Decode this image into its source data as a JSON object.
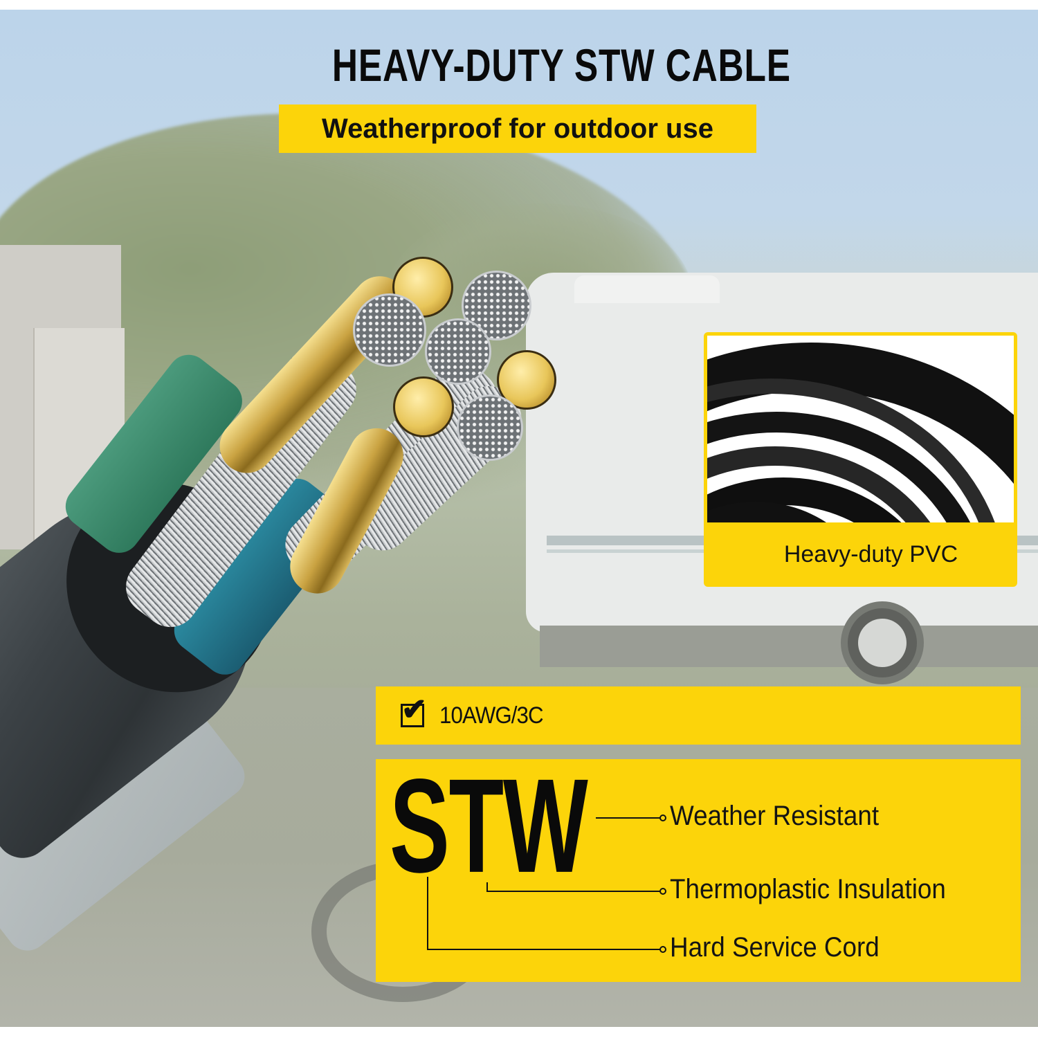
{
  "header": {
    "title": "HEAVY-DUTY STW CABLE",
    "subtitle": "Weatherproof for outdoor use"
  },
  "inset": {
    "label": "Heavy-duty PVC"
  },
  "spec": {
    "checkbox_icon": "checked-box-icon",
    "label": "10AWG/3C"
  },
  "stw": {
    "acronym": "STW",
    "features": [
      {
        "letter": "W",
        "label": "Weather Resistant"
      },
      {
        "letter": "T",
        "label": "Thermoplastic Insulation"
      },
      {
        "letter": "S",
        "label": "Hard Service Cord"
      }
    ]
  },
  "colors": {
    "accent_yellow": "#fcd40a",
    "text_black": "#0a0a0a",
    "sky": "#bcd4ea",
    "conductor_gold": "#d9b75a",
    "insulation_green": "#3a8a6b",
    "insulation_blue": "#22738a"
  }
}
